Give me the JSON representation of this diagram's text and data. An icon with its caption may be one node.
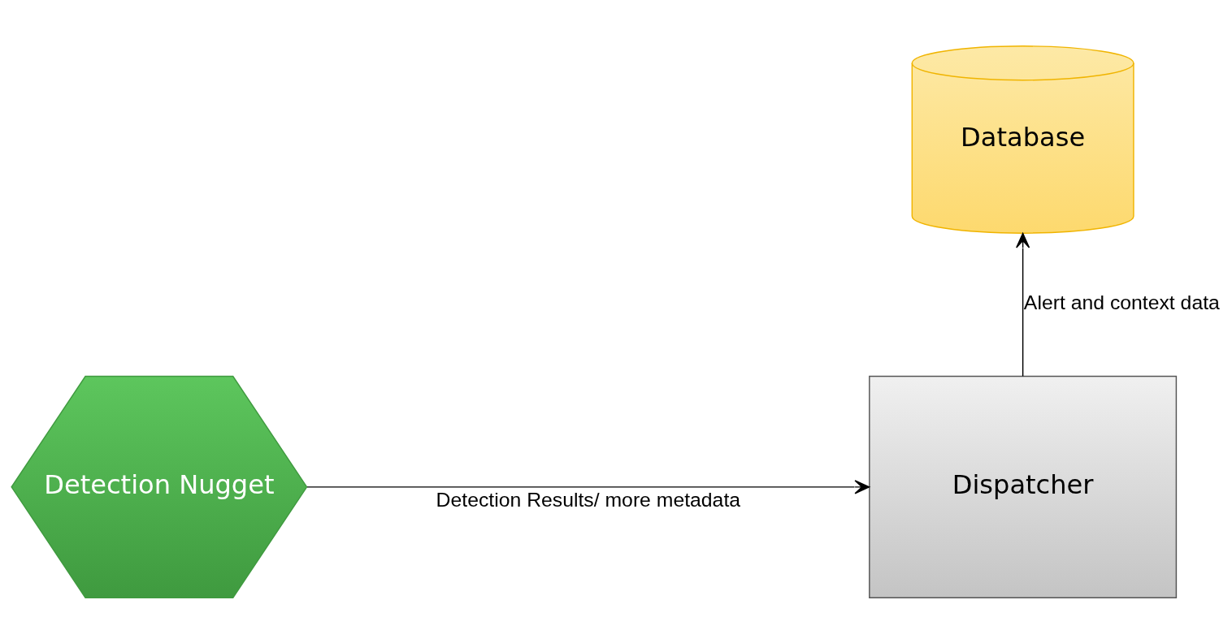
{
  "diagram": {
    "nodes": [
      {
        "text": [
          "Database"
        ]
      },
      {
        "text": [
          "Dispatcher"
        ]
      },
      {
        "text": [
          "Detection Nugget"
        ]
      }
    ],
    "edges": [
      {
        "from": 1,
        "to": 0,
        "arrow": "to",
        "label": "Alert and context data"
      },
      {
        "from": 2,
        "to": 1,
        "arrow": "to",
        "label": "Detection Results/ more metadata"
      }
    ]
  }
}
